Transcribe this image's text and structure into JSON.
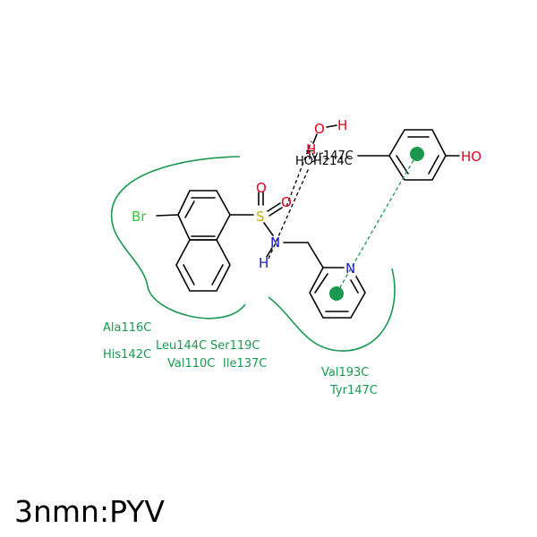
{
  "caption": "3nmn:PYV",
  "atoms": {
    "br": "Br",
    "s": "S",
    "o1": "O",
    "o2": "O",
    "n_amide": "N",
    "h_amide": "H",
    "n_pyridine": "N",
    "water_o": "O",
    "water_h1": "H",
    "water_h2": "H",
    "tyr_oh": "HO"
  },
  "residues": {
    "ala116": "Ala116C",
    "his142": "His142C",
    "leu144": "Leu144C",
    "ser119": "Ser119C",
    "val110": "Val110C",
    "ile137": "Ile137C",
    "val193": "Val193C",
    "tyr147_bottom": "Tyr147C",
    "tyr147_top": "Tyr147C",
    "hoh214": "HOH214C"
  },
  "colors": {
    "bromine": "#33cc33",
    "sulfur": "#ccaa00",
    "oxygen": "#e8001c",
    "nitrogen": "#1a1acc",
    "residue": "#1a9850",
    "bond": "#000000"
  }
}
